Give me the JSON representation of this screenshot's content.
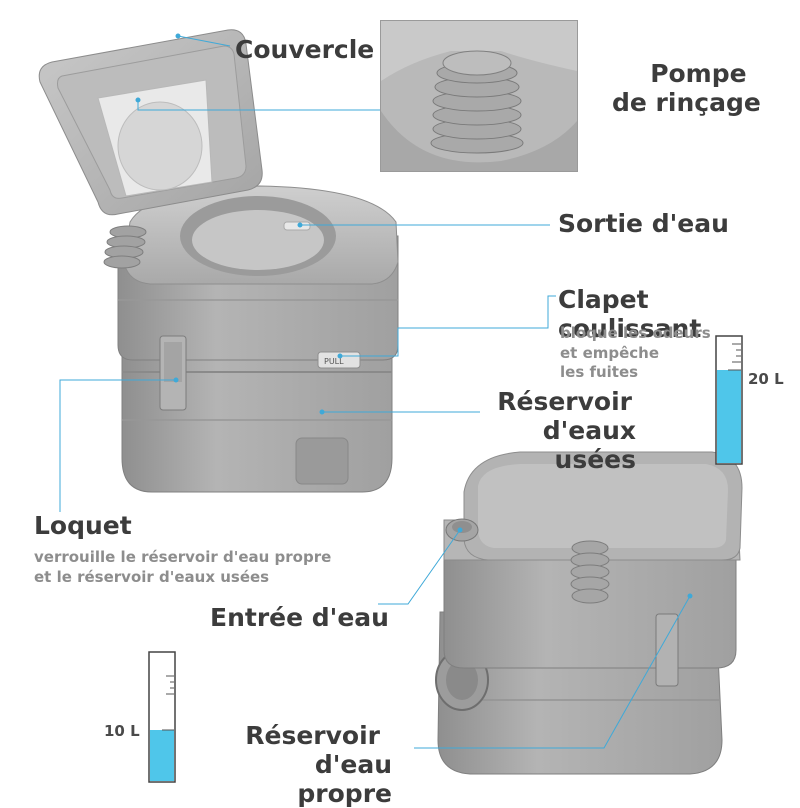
{
  "labels": {
    "couvercle": "Couvercle",
    "pompe_line1": "Pompe",
    "pompe_line2": "de rinçage",
    "sortie": "Sortie d'eau",
    "clapet": "Clapet coulissant",
    "clapet_sub1": "bloque les odeurs",
    "clapet_sub2": "et empêche",
    "clapet_sub3": "les fuites",
    "reservoir_usees_line1": "Réservoir",
    "reservoir_usees_line2": "d'eaux usées",
    "loquet": "Loquet",
    "loquet_sub1": "verrouille le réservoir d'eau propre",
    "loquet_sub2": "et le réservoir d'eaux usées",
    "entree": "Entrée d'eau",
    "reservoir_propre_line1": "Réservoir",
    "reservoir_propre_line2": "d'eau propre"
  },
  "capacities": {
    "waste": "20 L",
    "fresh": "10 L"
  },
  "device_text": {
    "pull_label": "PULL"
  },
  "colors": {
    "accent_line": "#3fa9d8",
    "water": "#4fc6ea",
    "body_gray": "#a7a7a7",
    "text": "#3c3c3c",
    "subtext": "#8d8d8d"
  }
}
